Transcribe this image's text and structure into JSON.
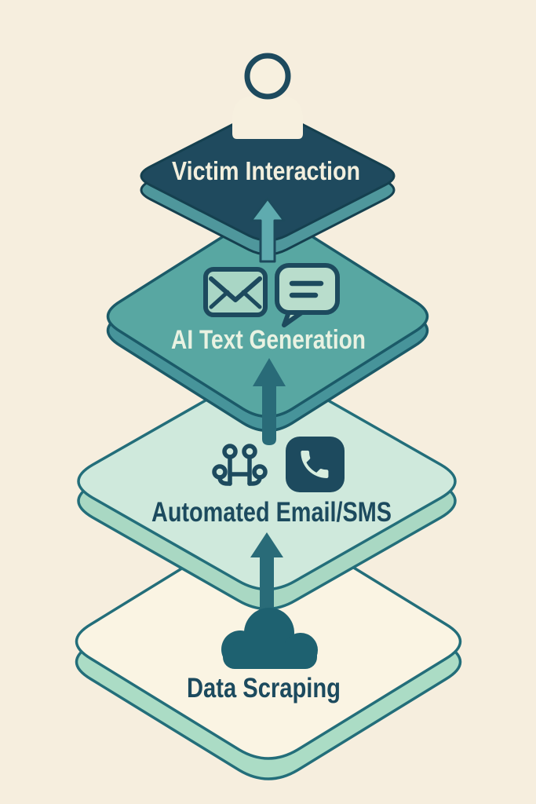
{
  "background_color": "#f6eede",
  "diagram": {
    "type": "layered-stack-flow",
    "direction": "bottom-to-top",
    "layers": [
      {
        "label": "Victim Interaction",
        "face_color": "#1f4a5e",
        "side_color": "#4f979c",
        "outline_color": "#15404f",
        "label_color": "#f2efdd",
        "icons": [
          "person-icon"
        ]
      },
      {
        "label": "AI Text Generation",
        "face_color": "#58a7a2",
        "side_color": "#47949a",
        "outline_color": "#1b5a68",
        "label_color": "#e9f2e2",
        "icons": [
          "envelope-icon",
          "chat-bubble-icon"
        ]
      },
      {
        "label": "Automated Email/SMS",
        "face_color": "#cfe9dc",
        "side_color": "#a9d8c3",
        "outline_color": "#236e7a",
        "label_color": "#1c4a5e",
        "icons": [
          "workflow-nodes-icon",
          "phone-icon"
        ]
      },
      {
        "label": "Data Scraping",
        "face_color": "#faf4e3",
        "side_color": "#abdcc5",
        "outline_color": "#236e7a",
        "label_color": "#1c4a5e",
        "icons": [
          "cloud-icon"
        ]
      }
    ],
    "arrows": [
      {
        "from": "AI Text Generation",
        "to": "Victim Interaction",
        "color": "#5fabaf",
        "outline_color": "#1d4a5c"
      },
      {
        "from": "Automated Email/SMS",
        "to": "AI Text Generation",
        "color": "#296b78"
      },
      {
        "from": "Data Scraping",
        "to": "Automated Email/SMS",
        "color": "#296b78"
      }
    ],
    "icon_colors": {
      "dark_navy": "#1d4a5e",
      "person_fill": "#f7f0df",
      "envelope_fill": "#a9d6c5",
      "bubble_fill": "#b9ddcc",
      "phone_glyph": "#d8eedf",
      "cloud_fill": "#1e6170"
    }
  }
}
